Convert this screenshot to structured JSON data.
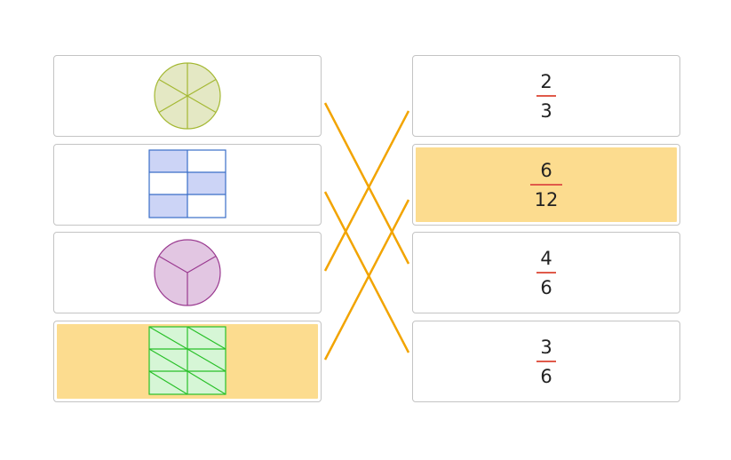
{
  "left_items": [
    {
      "id": "circle-sixths",
      "icon": "circle-divided-in-sixths-icon",
      "color": "#a4b832",
      "fill": "#e4e8c4"
    },
    {
      "id": "grid-halves",
      "icon": "grid-3x2-half-shaded-icon",
      "color": "#3a6ec8",
      "fill": "#ccd4f6"
    },
    {
      "id": "circle-thirds",
      "icon": "circle-divided-in-thirds-icon",
      "color": "#9a3a90",
      "fill": "#e2c6e2"
    },
    {
      "id": "triangle-grid",
      "icon": "grid-of-triangles-icon",
      "color": "#28c028",
      "fill": "#d6f6d6",
      "selected": true
    }
  ],
  "right_items": [
    {
      "numerator": "2",
      "denominator": "3"
    },
    {
      "numerator": "6",
      "denominator": "12",
      "selected": true
    },
    {
      "numerator": "4",
      "denominator": "6"
    },
    {
      "numerator": "3",
      "denominator": "6"
    }
  ],
  "connections": [
    [
      0,
      2
    ],
    [
      1,
      3
    ],
    [
      2,
      0
    ],
    [
      3,
      1
    ]
  ],
  "colors": {
    "connector": "#f2a400",
    "fraction_bar": "#e05a4a",
    "selected_fill": "#fcdc8f"
  }
}
